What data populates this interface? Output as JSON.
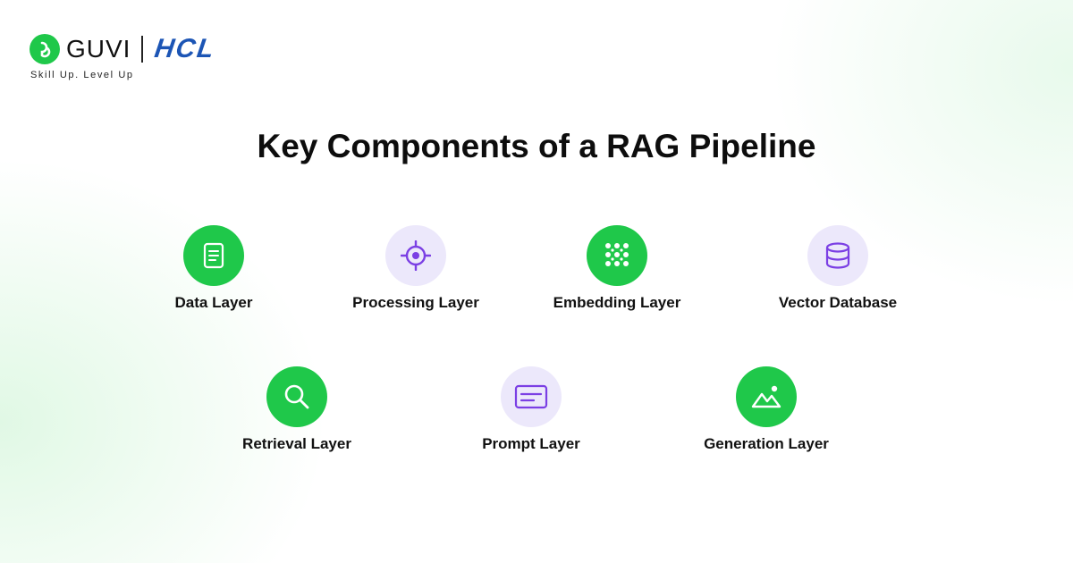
{
  "brand": {
    "guvi": "GUVI",
    "hcl": "HCL",
    "tagline": "Skill Up. Level Up"
  },
  "title": "Key Components of a RAG Pipeline",
  "colors": {
    "green": "#1fc84a",
    "lavender": "#ece8fb",
    "purple": "#7b3fe4",
    "hcl_blue": "#1c55b5"
  },
  "components": [
    {
      "label": "Data Layer",
      "icon": "document-icon",
      "style": "green"
    },
    {
      "label": "Processing Layer",
      "icon": "crosshair-icon",
      "style": "lavender"
    },
    {
      "label": "Embedding Layer",
      "icon": "dot-grid-icon",
      "style": "green"
    },
    {
      "label": "Vector Database",
      "icon": "database-icon",
      "style": "lavender"
    },
    {
      "label": "Retrieval Layer",
      "icon": "search-icon",
      "style": "green"
    },
    {
      "label": "Prompt Layer",
      "icon": "text-box-icon",
      "style": "lavender"
    },
    {
      "label": "Generation Layer",
      "icon": "image-mountain-icon",
      "style": "green"
    }
  ]
}
